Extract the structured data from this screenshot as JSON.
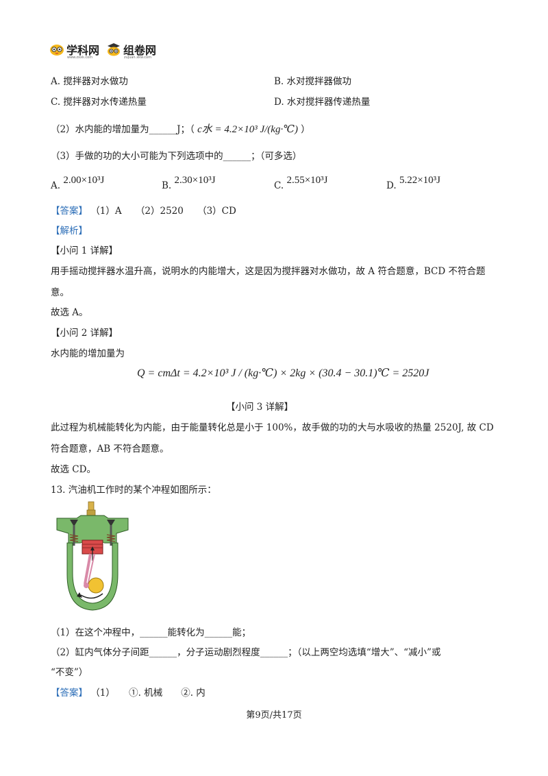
{
  "header": {
    "logo1_text": "学科网",
    "logo1_sub": "www.zxxk.com",
    "logo2_text": "组卷网",
    "logo2_sub": "zujuan.xkw.com"
  },
  "q12": {
    "optA": "A.  搅拌器对水做功",
    "optB": "B.  水对搅拌器做功",
    "optC": "C.  搅拌器对水传递热量",
    "optD": "D.  水对搅拌器传递热量",
    "part2": "（2）水内能的增加量为______J；（",
    "part2_formula": "c水 = 4.2×10³ J/(kg·℃)",
    "part2_end": "）",
    "part3": "（3）手做的功的大小可能为下列选项中的______；（可多选）",
    "choices": [
      {
        "label": "A.",
        "value": "2.00×10³J"
      },
      {
        "label": "B.",
        "value": "2.30×10³J"
      },
      {
        "label": "C.",
        "value": "2.55×10³J"
      },
      {
        "label": "D.",
        "value": "5.22×10³J"
      }
    ],
    "answer_tag": "【答案】",
    "answer_text": "（1）A　　（2）2520　　（3）CD",
    "analysis_tag": "【解析】",
    "sub1_title": "【小问 1 详解】",
    "sub1_line1": "用手摇动搅拌器水温升高，说明水的内能增大，这是因为搅拌器对水做功，故 A 符合题意，BCD 不符合题",
    "sub1_line2": "意。",
    "sub1_line3": "故选 A。",
    "sub2_title": "【小问 2 详解】",
    "sub2_line1": "水内能的增加量为",
    "sub2_formula": "Q = cmΔt = 4.2×10³ J / (kg·℃) × 2kg × (30.4 − 30.1)℃ = 2520J",
    "sub3_title": "【小问 3 详解】",
    "sub3_line1": "此过程为机械能转化为内能，由于能量转化总是小于 100%，故手做的功的大与水吸收的热量 2520J, 故 CD",
    "sub3_line2": "符合题意，AB 不符合题意。",
    "sub3_line3": "故选 CD。"
  },
  "q13": {
    "stem": "13.  汽油机工作时的某个冲程如图所示：",
    "part1": "（1）在这个冲程中，______能转化为______能；",
    "part2_line1": "（2）缸内气体分子间距______，分子运动剧烈程度______；（以上两空均选填“增大”、“减小”或",
    "part2_line2": "“不变”）",
    "answer_tag": "【答案】",
    "answer_text": "（1）　　①. 机械　　②. 内"
  },
  "footer": {
    "page": "第9页/共17页"
  }
}
